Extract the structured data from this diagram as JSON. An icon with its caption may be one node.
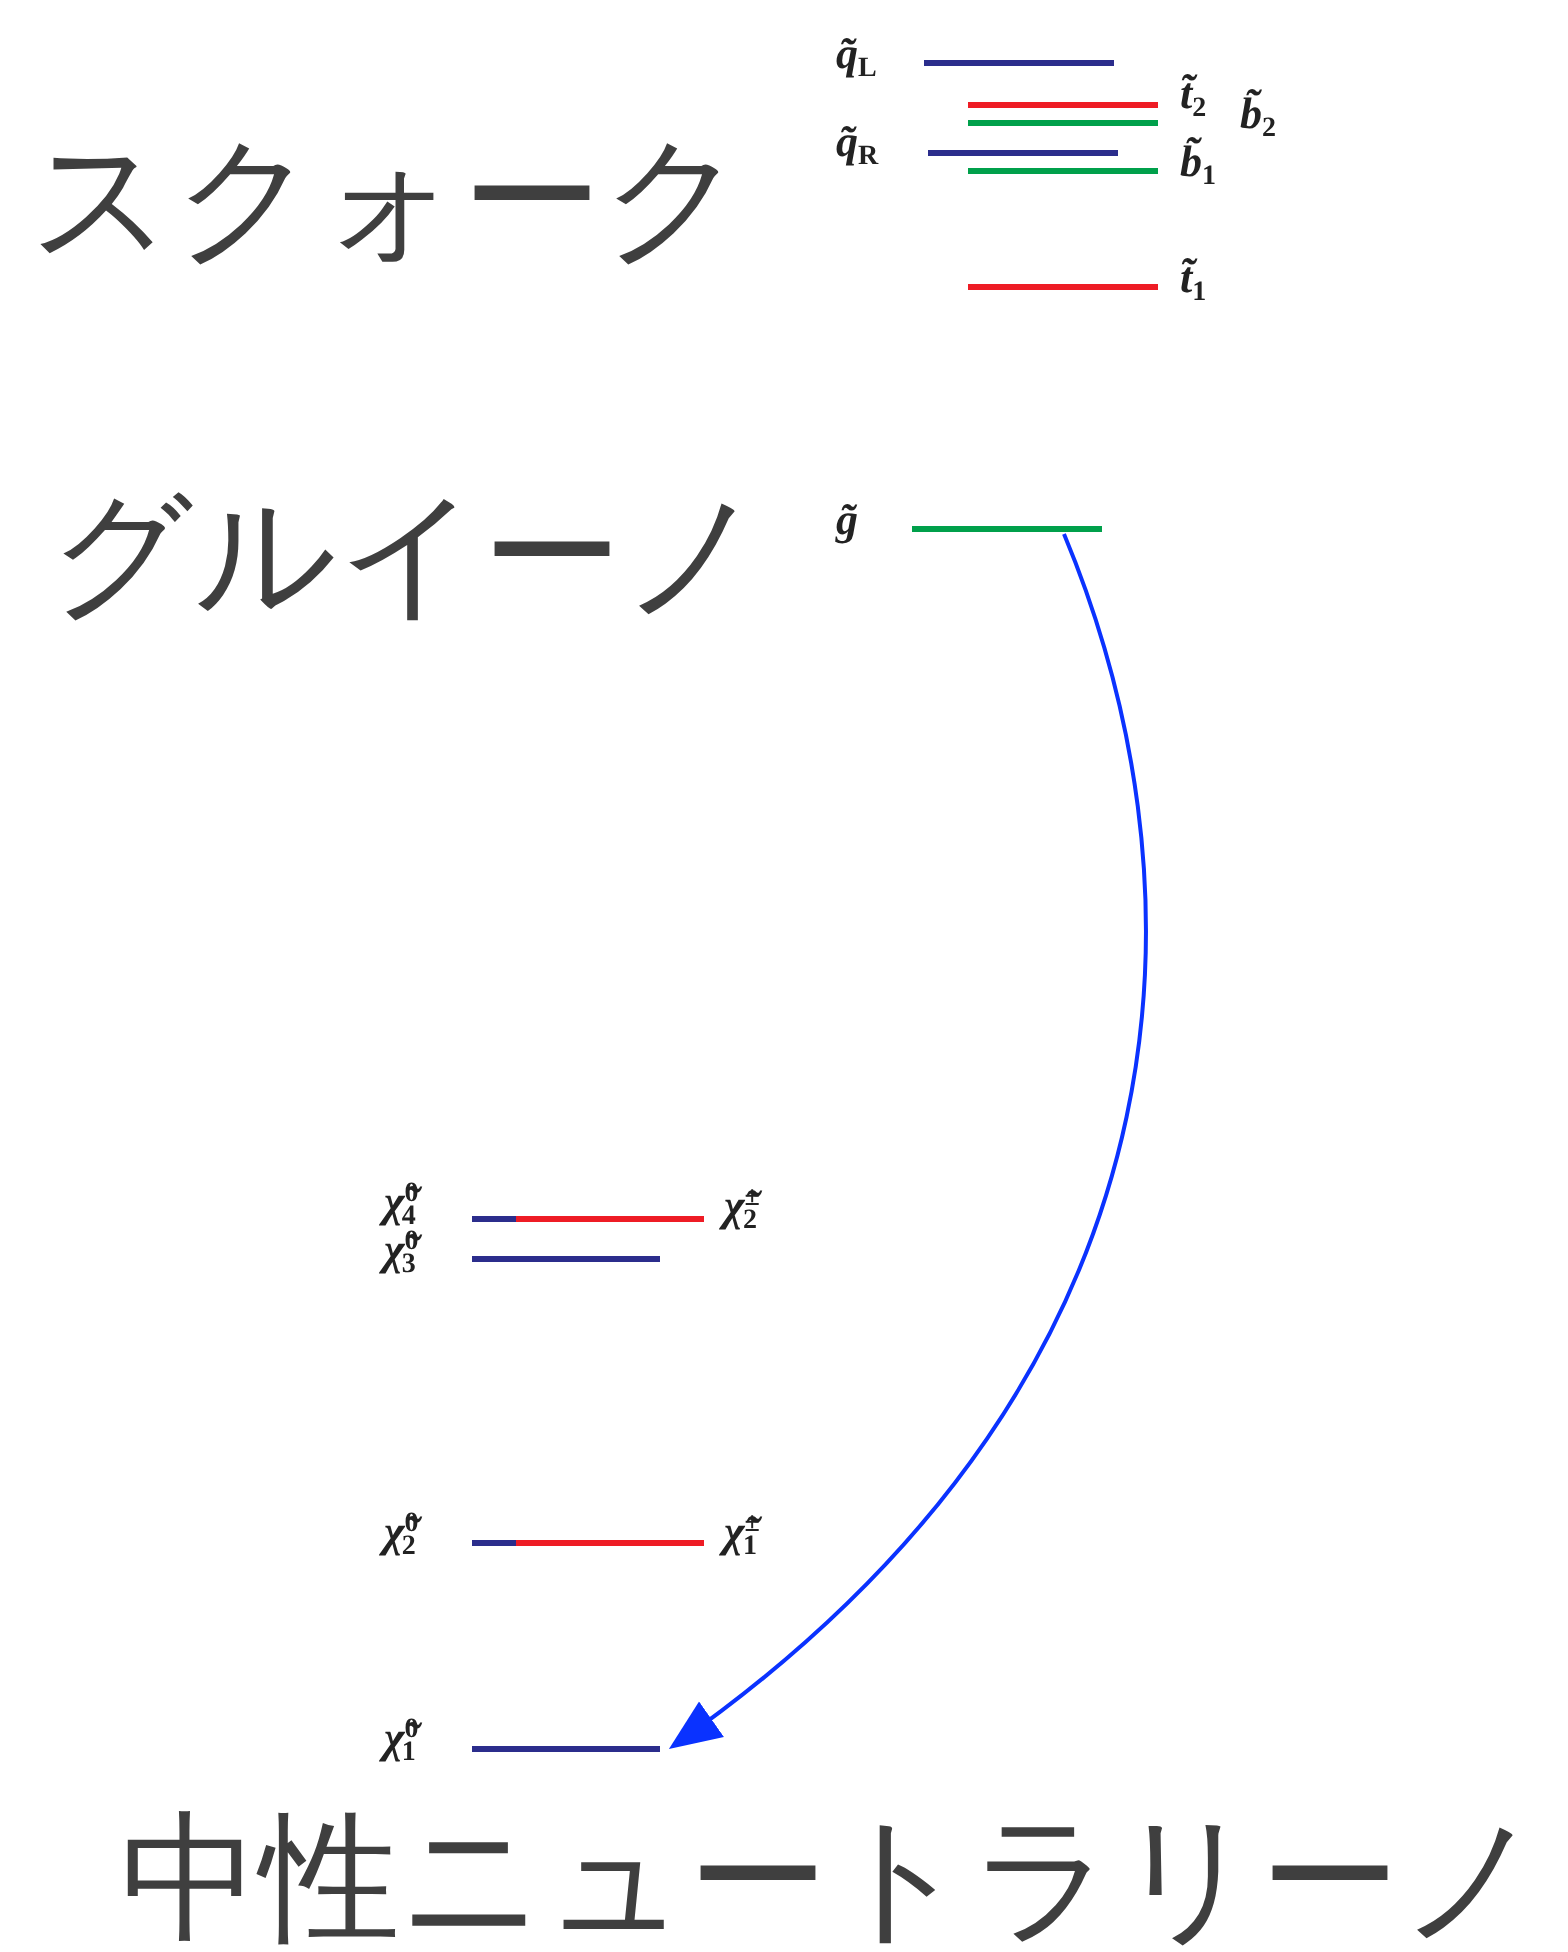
{
  "diagram": {
    "nodes": [
      {
        "text": [],
        "shape": "bar",
        "beside": [
          "q̃$_{L}$"
        ]
      },
      {
        "text": [],
        "shape": "bar",
        "beside": [
          "t̃$_{2}$"
        ]
      },
      {
        "text": [],
        "shape": "bar",
        "beside": [
          "b̃$_{2}$"
        ]
      },
      {
        "text": [],
        "shape": "bar",
        "beside": [
          "q̃$_{R}$"
        ]
      },
      {
        "text": [],
        "shape": "bar",
        "beside": [
          "b̃$_{1}$"
        ]
      },
      {
        "text": [],
        "shape": "bar",
        "beside": [
          "t̃$_{1}$"
        ]
      },
      {
        "text": [],
        "shape": "bar",
        "beside": [
          "g̃"
        ]
      },
      {
        "text": [],
        "shape": "bar",
        "beside": [
          "χ̃$^{0}$$_{4}$"
        ]
      },
      {
        "text": [],
        "shape": "bar",
        "beside": [
          "χ̃$^{±}$$_{2}$"
        ]
      },
      {
        "text": [],
        "shape": "bar",
        "beside": [
          "χ̃$^{0}$$_{3}$"
        ]
      },
      {
        "text": [],
        "shape": "bar",
        "beside": [
          "χ̃$^{0}$$_{2}$"
        ]
      },
      {
        "text": [],
        "shape": "bar",
        "beside": [
          "χ̃$^{±}$$_{1}$"
        ]
      },
      {
        "text": [],
        "shape": "bar",
        "beside": [
          "χ̃$^{0}$$_{1}$"
        ]
      }
    ],
    "edges": [
      {
        "from": 6,
        "to": 12,
        "arrow": "to"
      }
    ],
    "labels": [
      "スクォーク",
      "グルイーノ",
      "中性ニュートラリーノ"
    ]
  }
}
